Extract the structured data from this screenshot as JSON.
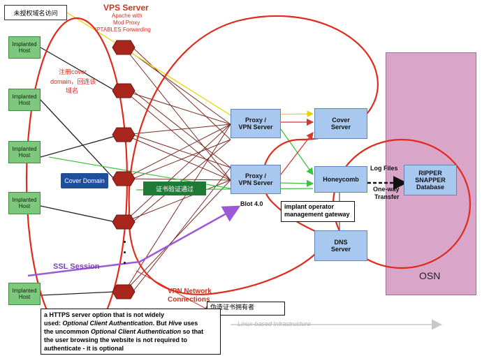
{
  "tags": {
    "unauthorized_domain": "未授权域名访问",
    "register_cover": [
      "注册cover",
      "domain，回连该",
      "域名"
    ],
    "cert_verify_pass": "证书验证通过",
    "fake_cert_owner": "伪造证书拥有者"
  },
  "vps": {
    "title": "VPS Server",
    "sub": [
      "Apache with",
      "Mod Proxy",
      "IPTABLES Forwarding"
    ]
  },
  "hosts": [
    [
      "Implanted",
      "Host"
    ],
    [
      "Implanted",
      "Host"
    ],
    [
      "Implanted",
      "Host"
    ],
    [
      "Implanted",
      "Host"
    ],
    [
      "Implanted",
      "Host"
    ]
  ],
  "cover_domain": "Cover Domain",
  "servers": {
    "proxy1": [
      "Proxy /",
      "VPN Server"
    ],
    "proxy2": [
      "Proxy /",
      "VPN Server"
    ],
    "cover": [
      "Cover",
      "Server"
    ],
    "honeycomb": "Honeycomb",
    "dns": [
      "DNS",
      "Server"
    ],
    "ripper": [
      "RIPPER",
      "SNAPPER",
      "Database"
    ]
  },
  "blot": "Blot 4.0",
  "gateway_note": [
    "implant operator",
    "management gateway"
  ],
  "log_files": "Log Files",
  "one_way": [
    "One-way",
    "Transfer"
  ],
  "osn": "OSN",
  "ssl_session": "SSL Session",
  "vpn_network": [
    "VPN Network",
    "Connections"
  ],
  "linux_infra": "Linux-based Infrastructure",
  "https_note": {
    "line1": "a HTTPS server option that is not widely",
    "line2a": "used: ",
    "line2b": "Optional Client Authentication",
    "line2c": ". But ",
    "line2d": "Hive",
    "line2e": " uses",
    "line3a": "the uncommon ",
    "line3b": "Optional Client Authentication",
    "line3c": " so that",
    "line4": "the user browsing the website is not required to",
    "line5": "authenticate - it is optional"
  },
  "colors": {
    "host_green": "#7ec87e",
    "server_blue": "#a9c8ef",
    "hex_red": "#a8261b",
    "osn_pink": "#d9a5c9",
    "annotation_red": "#e02a1b",
    "ssl_purple": "#9b59d6",
    "cover_domain_blue": "#1f4f9a",
    "cert_green": "#1f7a36"
  }
}
